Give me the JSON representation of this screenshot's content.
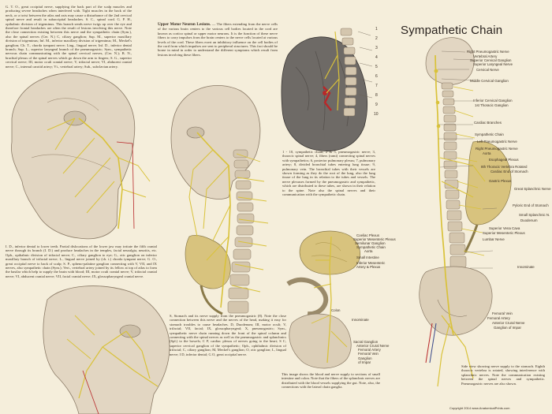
{
  "poster": {
    "title": "Sympathetic Chain",
    "copyright": "Copyright 2014 www.AnatomicalPrints.com"
  },
  "text_blocks": {
    "top_left": "G. T. O., great occipital nerve, supplying the back part of the scalp muscles and producing severe headaches when interfered with. Tight muscles in the back of the neck, or a twist between the atlas and axis may cause a disturbance of the 2nd cervical spinal nerve and result in subaccipital headaches. S. C., spinal cord. G. P. H., opthalmic division of trigeminus. This branch sends nerve twigs up over the eye and therefore frontal headaches are often the result of lesions involving this nerve. Note the close connection existing between this nerve and the sympathetic chain (Sym.), also the spinal nerves (Cer. N.) C, ciliary ganglion; Sup. M., superior maxillary division of trigeminus; Inf. M., inferior maxillary division of trigeminus; M., Meckel's ganglion; Ch. T., chorda tympani nerve; Ling., lingual nerve; Inf. D., inferior dental branch; Sup. L., superior laryngeal branch of the pneumogastric; Sym., sympathetic nervous chain communicating with the spinal cervical nerves, (Cer. N.); B. N., brachial plexus of the spinal nerves which go down the arm to fingers; S. G., superior cervical nerve; III, motor oculi cranial nerve; V, trifacial nerve; VI, abducent cranial nerve; C., internal carotid artery; Vt., vertebral artery; Sub., subclavian artery.",
    "upper_motor_heading": "Upper Motor Neuron Lesions.",
    "upper_motor": " — The fibers extending from the nerve cells of the various brain centers to the various cell bodies located in the cord are known as cortico spinal or upper motor neurons. It is the function of these nerve fibers to carry impulses from the brain centers to the nerve cells located at various levels of the cord. These fibers exert an inhibitory influence on the cell bodies of the cord from which impulses are sent to peripheral structures. This fact should be borne in mind in order to understand the different symptoms which result from lesions involving these fibers.",
    "lung_caption": "1 - 10, sympathetic chain; 2 & 5, pneumogastric nerve; 3, thoracic spinal nerve; 4, fibers (rami) connecting spinal nerves with sympathetics; 6, posterior pulmonary plexus; 7, pulmonary artery; 8, divided bronchial tubes entering lung tissue; 9, pulmonary vein. The bronchial tubes with their vessels are shown forming as they do the root of the lung, also the lung tissue of the lung in its relation to the tubes and vessels. The nerve plexuses formed by the pneumogastric and sympathetic, which are distributed to these tubes, are shown in their relation to the spine. Note also the spinal nerves and their communication with the sympathetic chain.",
    "middle_left": "I. D., inferior dental to lower teeth. Partial dislocations of the lower jaw may irritate the fifth cranial nerve through its branch (I. D.) and produce headaches in the temples, facial neuralgia, neuritis, etc. Oph., opthalmic division of trifacial nerve; C., ciliary ganglion to eye; G., otic ganglion on inferior maxillary branch of trifacial nerve; L., lingual nerve joined by (ch. t.) chorda tympani nerve; G. O., great occipital nerve to back of scalp; S. P., spheno-palatine ganglion connecting with V, VII, and IX nerves, also sympathetic chain (Sym.); Vert., vertebral artery joined by its fellow at top of atlas to form the basilar which help to supply the brain with blood; III, motor oculi cranial nerve; V, trifacial cranial nerve; VI, abducent cranial nerve; VII, facial cranial nerve; IX, glossopharyngeal cranial nerve.",
    "stomach_caption": "S, Stomach and its nerve supply from the pneumogastric (8). Note the close connection between this nerve and the nerves of the head, making it easy for stomach troubles to cause headaches. D, Duodenum; III, motor oculi; V, trifacial; VII, facial; IX, glossopharyngeal; X, pneumogastric; Sym., sympathetic nerve chain running down the front of the spinal column and connecting with the spinal nerves as well as the pneumogastric and splanchnics (Spl.) to the bowels; C P, cardiac plexus of nerves going to the heart; S C, superior cervical ganglion of the sympathetic; Oph., ophthalmic division of trifacial; C, ciliary ganglion; M, Meckel's ganglion; O, otic ganglion; L, lingual nerve; I D, inferior dental; G O, great occipital nerve.",
    "intestine_caption": "This image shows the blood and nerve supply to sections of small intestine and colon. Note that the fibers of the splanchnic nerves are distributed with the blood vessels supplying the gut. Note, also, the connections with the lateral chain ganglia.",
    "side_view_caption": "Side view showing nerve supply to the stomach. Eighth thoracic vertebra is rotated, showing interference with splanchnic nerves. Note the communication existing between the spinal nerves and sympathetic. Pneumogastric nerves are also shown."
  },
  "lung_numbers": [
    "1",
    "2",
    "3",
    "4",
    "5",
    "6",
    "7",
    "8",
    "9",
    "10"
  ],
  "chain_labels": [
    "Right Pneumogastric Nerve",
    "Vertebral Artery",
    "Superior Cervical Ganglion",
    "Superior Laryngeal Nerve",
    "Cervical Nerve",
    "Middle Cervical Ganglion",
    "Inferior Cervical Ganglion",
    "1st Thoracic Ganglion",
    "Cardiac Branches",
    "Sympathetic Chain",
    "Left Pneumogastric Nerve",
    "Right Pneumogastric Nerve",
    "Aorta",
    "Esophageal Plexus",
    "8th Thoracic Vertebra Rotated",
    "Cardiac End of Stomach",
    "Gastric Plexus",
    "Great Splanchnic Nerve",
    "Pyloric End of Stomach",
    "Small Splanchnic N.",
    "Duodenum",
    "Superior Vena Cava",
    "Superior Mesenteric Plexus",
    "Lumbar Nerve",
    "Innominate",
    "Femoral Vein",
    "Femoral Artery",
    "Anterior Crural Nerve",
    "Ganglion of Impar"
  ],
  "gut_labels": [
    "Coeliac Plexus",
    "Superior Mesenteric Plexus",
    "Semilunar Ganglion",
    "Sympathetic Chain",
    "Aorta",
    "Small Intestine",
    "Inferior Mesenteric",
    "Artery & Plexus",
    "Colon",
    "Innominate",
    "Sacral Ganglion",
    "Anterior Crural Nerve",
    "Femoral Artery",
    "Femoral Vein",
    "Ganglion",
    "of Impar"
  ],
  "colors": {
    "paper": "#f5eedb",
    "nerve": "#d9c23a",
    "bone": "#d8cdb8",
    "ink": "#3a2e22",
    "lung": "#6e6a66",
    "blood": "#b8282a"
  }
}
